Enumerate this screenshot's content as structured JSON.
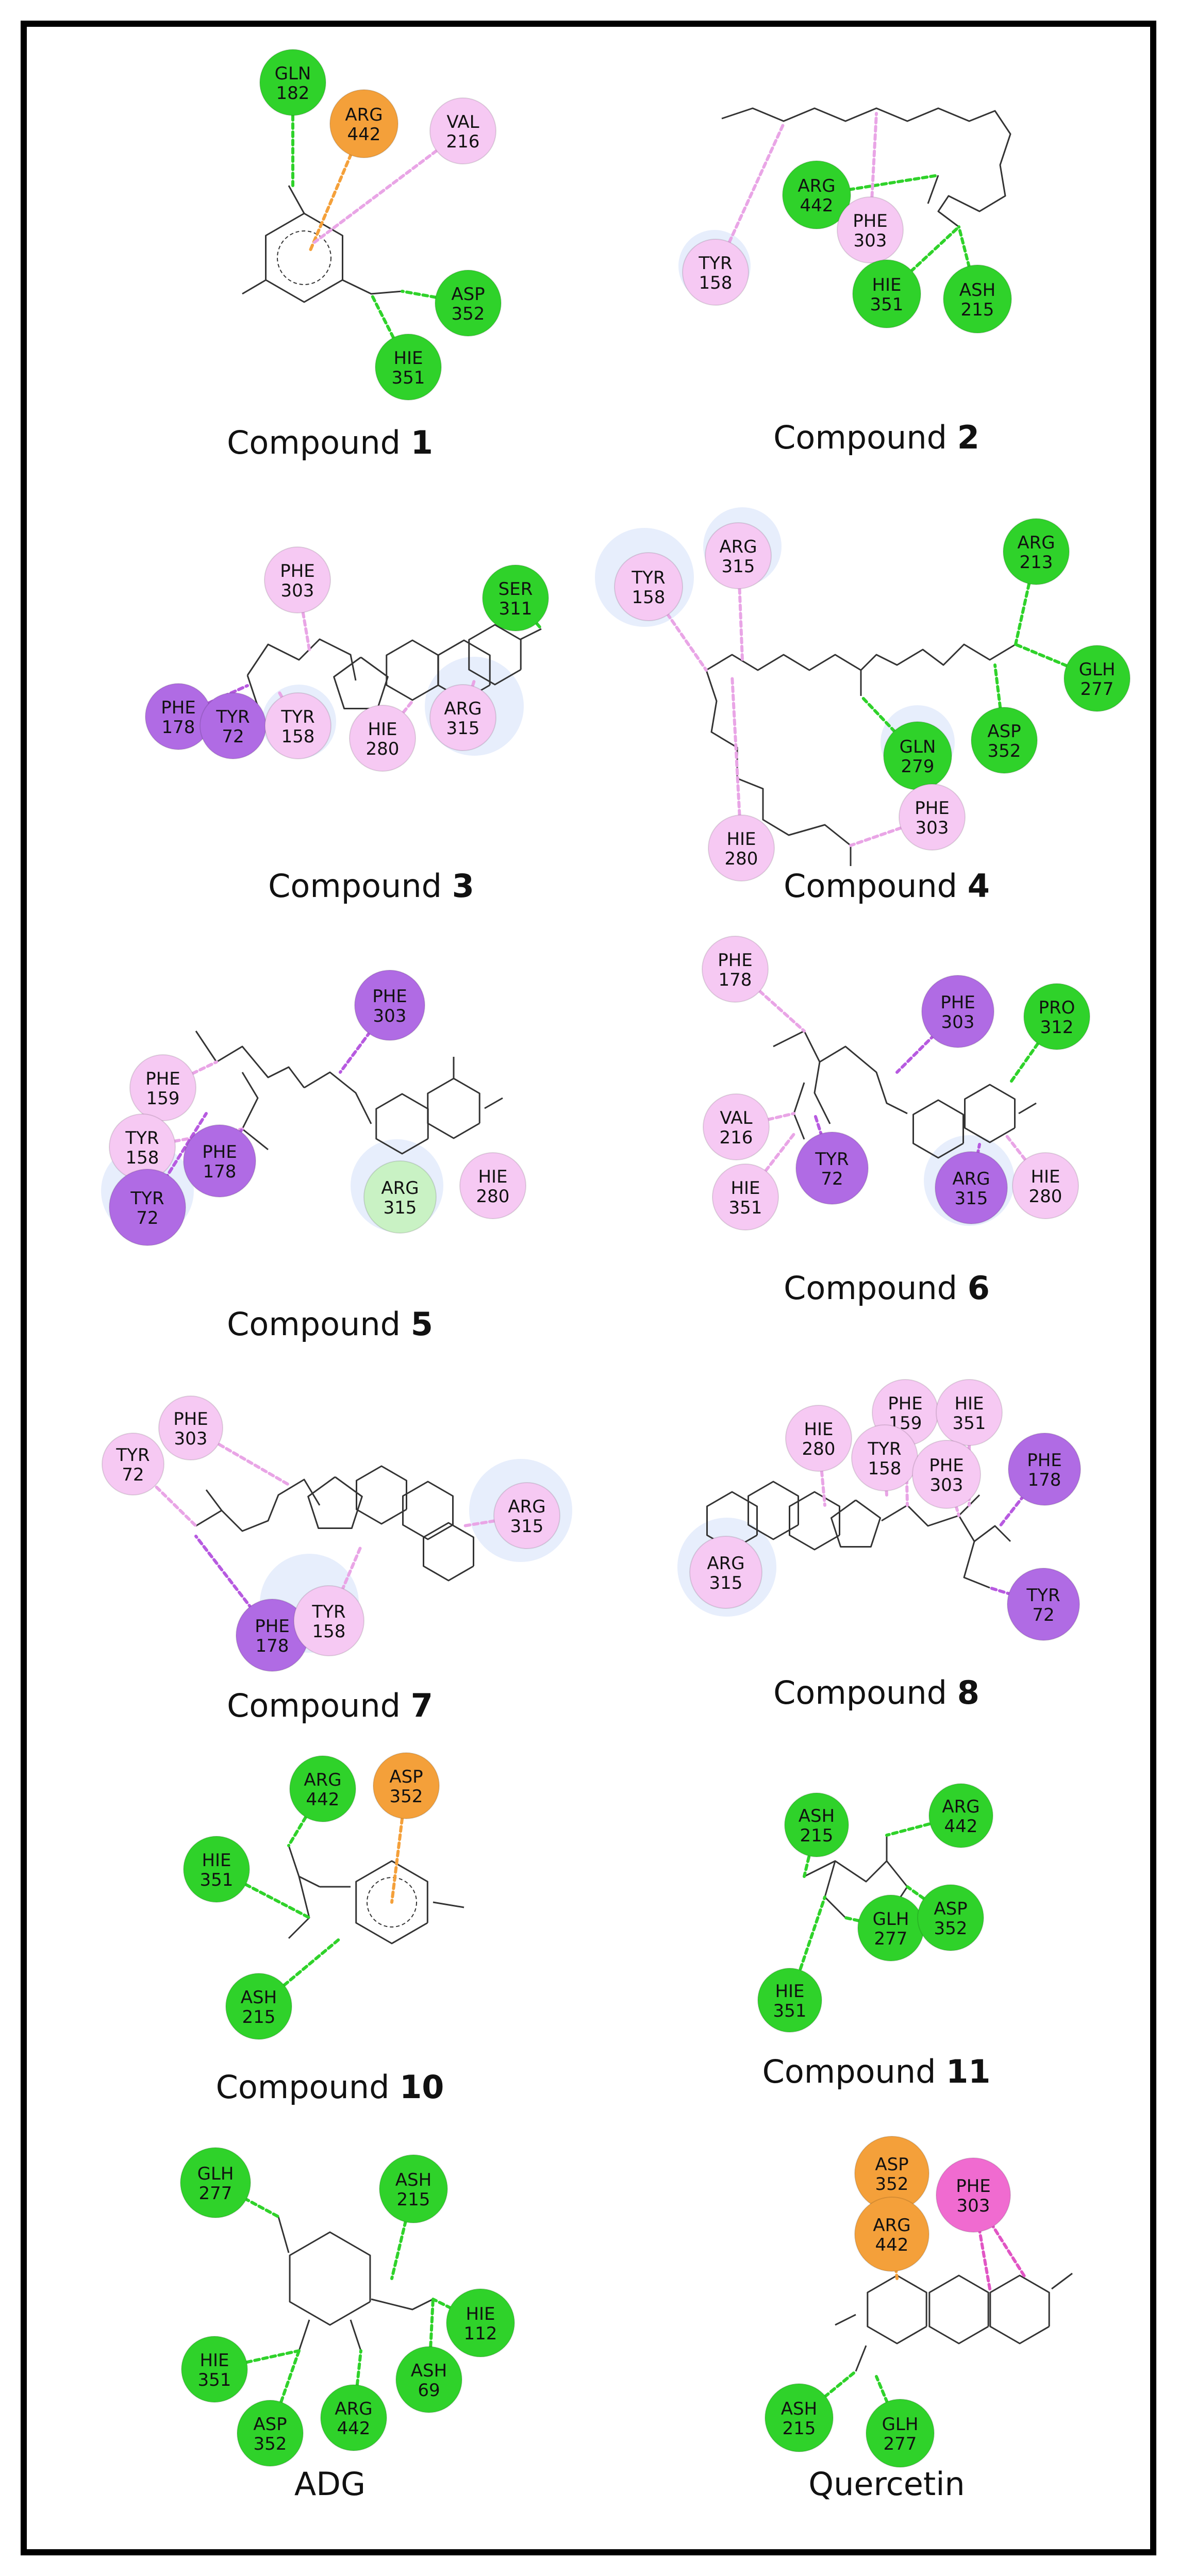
{
  "colors": {
    "green": "#2fd22a",
    "light_pink": "#f6c9f3",
    "purple": "#b06be4",
    "orange": "#f4a03a",
    "pink": "#f06bd0",
    "light_green": "#c9f2c4",
    "halo": "#dfe8fb",
    "line": "#333333"
  },
  "panels": [
    {
      "caption_prefix": "Compound ",
      "caption_num": "1",
      "residues": [
        {
          "name": "GLN",
          "num": "182",
          "color": "green"
        },
        {
          "name": "ARG",
          "num": "442",
          "color": "orange"
        },
        {
          "name": "VAL",
          "num": "216",
          "color": "light_pink"
        },
        {
          "name": "ASP",
          "num": "352",
          "color": "green"
        },
        {
          "name": "HIE",
          "num": "351",
          "color": "green"
        }
      ]
    },
    {
      "caption_prefix": "Compound ",
      "caption_num": "2",
      "residues": [
        {
          "name": "ARG",
          "num": "442",
          "color": "green"
        },
        {
          "name": "PHE",
          "num": "303",
          "color": "light_pink"
        },
        {
          "name": "TYR",
          "num": "158",
          "color": "light_pink"
        },
        {
          "name": "HIE",
          "num": "351",
          "color": "green"
        },
        {
          "name": "ASH",
          "num": "215",
          "color": "green"
        }
      ]
    },
    {
      "caption_prefix": "Compound ",
      "caption_num": "3",
      "residues": [
        {
          "name": "PHE",
          "num": "303",
          "color": "light_pink"
        },
        {
          "name": "SER",
          "num": "311",
          "color": "green"
        },
        {
          "name": "PHE",
          "num": "178",
          "color": "purple"
        },
        {
          "name": "TYR",
          "num": "72",
          "color": "purple"
        },
        {
          "name": "TYR",
          "num": "158",
          "color": "light_pink"
        },
        {
          "name": "HIE",
          "num": "280",
          "color": "light_pink"
        },
        {
          "name": "ARG",
          "num": "315",
          "color": "light_pink"
        }
      ]
    },
    {
      "caption_prefix": "Compound ",
      "caption_num": "4",
      "residues": [
        {
          "name": "TYR",
          "num": "158",
          "color": "light_pink"
        },
        {
          "name": "ARG",
          "num": "315",
          "color": "light_pink"
        },
        {
          "name": "ARG",
          "num": "213",
          "color": "green"
        },
        {
          "name": "GLH",
          "num": "277",
          "color": "green"
        },
        {
          "name": "GLN",
          "num": "279",
          "color": "green"
        },
        {
          "name": "ASP",
          "num": "352",
          "color": "green"
        },
        {
          "name": "HIE",
          "num": "280",
          "color": "light_pink"
        },
        {
          "name": "PHE",
          "num": "303",
          "color": "light_pink"
        }
      ]
    },
    {
      "caption_prefix": "Compound ",
      "caption_num": "5",
      "residues": [
        {
          "name": "PHE",
          "num": "303",
          "color": "purple"
        },
        {
          "name": "PHE",
          "num": "159",
          "color": "light_pink"
        },
        {
          "name": "TYR",
          "num": "158",
          "color": "light_pink"
        },
        {
          "name": "PHE",
          "num": "178",
          "color": "purple"
        },
        {
          "name": "TYR",
          "num": "72",
          "color": "purple"
        },
        {
          "name": "ARG",
          "num": "315",
          "color": "light_green"
        },
        {
          "name": "HIE",
          "num": "280",
          "color": "light_pink"
        }
      ]
    },
    {
      "caption_prefix": "Compound ",
      "caption_num": "6",
      "residues": [
        {
          "name": "PHE",
          "num": "178",
          "color": "light_pink"
        },
        {
          "name": "PHE",
          "num": "303",
          "color": "purple"
        },
        {
          "name": "PRO",
          "num": "312",
          "color": "green"
        },
        {
          "name": "VAL",
          "num": "216",
          "color": "light_pink"
        },
        {
          "name": "TYR",
          "num": "72",
          "color": "purple"
        },
        {
          "name": "HIE",
          "num": "351",
          "color": "light_pink"
        },
        {
          "name": "ARG",
          "num": "315",
          "color": "purple"
        },
        {
          "name": "HIE",
          "num": "280",
          "color": "light_pink"
        }
      ]
    },
    {
      "caption_prefix": "Compound ",
      "caption_num": "7",
      "residues": [
        {
          "name": "PHE",
          "num": "303",
          "color": "light_pink"
        },
        {
          "name": "TYR",
          "num": "72",
          "color": "light_pink"
        },
        {
          "name": "ARG",
          "num": "315",
          "color": "light_pink"
        },
        {
          "name": "PHE",
          "num": "178",
          "color": "purple"
        },
        {
          "name": "TYR",
          "num": "158",
          "color": "light_pink"
        }
      ]
    },
    {
      "caption_prefix": "Compound ",
      "caption_num": "8",
      "residues": [
        {
          "name": "PHE",
          "num": "159",
          "color": "light_pink"
        },
        {
          "name": "HIE",
          "num": "280",
          "color": "light_pink"
        },
        {
          "name": "HIE",
          "num": "351",
          "color": "light_pink"
        },
        {
          "name": "TYR",
          "num": "158",
          "color": "light_pink"
        },
        {
          "name": "PHE",
          "num": "303",
          "color": "light_pink"
        },
        {
          "name": "PHE",
          "num": "178",
          "color": "purple"
        },
        {
          "name": "ARG",
          "num": "315",
          "color": "light_pink"
        },
        {
          "name": "TYR",
          "num": "72",
          "color": "purple"
        }
      ]
    },
    {
      "caption_prefix": "Compound ",
      "caption_num": "10",
      "residues": [
        {
          "name": "ARG",
          "num": "442",
          "color": "green"
        },
        {
          "name": "ASP",
          "num": "352",
          "color": "orange"
        },
        {
          "name": "HIE",
          "num": "351",
          "color": "green"
        },
        {
          "name": "ASH",
          "num": "215",
          "color": "green"
        }
      ]
    },
    {
      "caption_prefix": "Compound ",
      "caption_num": "11",
      "residues": [
        {
          "name": "ASH",
          "num": "215",
          "color": "green"
        },
        {
          "name": "ARG",
          "num": "442",
          "color": "green"
        },
        {
          "name": "GLH",
          "num": "277",
          "color": "green"
        },
        {
          "name": "ASP",
          "num": "352",
          "color": "green"
        },
        {
          "name": "HIE",
          "num": "351",
          "color": "green"
        }
      ]
    },
    {
      "caption_prefix": "ADG",
      "caption_num": "",
      "residues": [
        {
          "name": "GLH",
          "num": "277",
          "color": "green"
        },
        {
          "name": "ASH",
          "num": "215",
          "color": "green"
        },
        {
          "name": "HIE",
          "num": "112",
          "color": "green"
        },
        {
          "name": "ASH",
          "num": "69",
          "color": "green"
        },
        {
          "name": "HIE",
          "num": "351",
          "color": "green"
        },
        {
          "name": "ASP",
          "num": "352",
          "color": "green"
        },
        {
          "name": "ARG",
          "num": "442",
          "color": "green"
        }
      ]
    },
    {
      "caption_prefix": "Quercetin",
      "caption_num": "",
      "residues": [
        {
          "name": "ASP",
          "num": "352",
          "color": "orange"
        },
        {
          "name": "ARG",
          "num": "442",
          "color": "orange"
        },
        {
          "name": "PHE",
          "num": "303",
          "color": "pink"
        },
        {
          "name": "ASH",
          "num": "215",
          "color": "green"
        },
        {
          "name": "GLH",
          "num": "277",
          "color": "green"
        }
      ]
    }
  ]
}
